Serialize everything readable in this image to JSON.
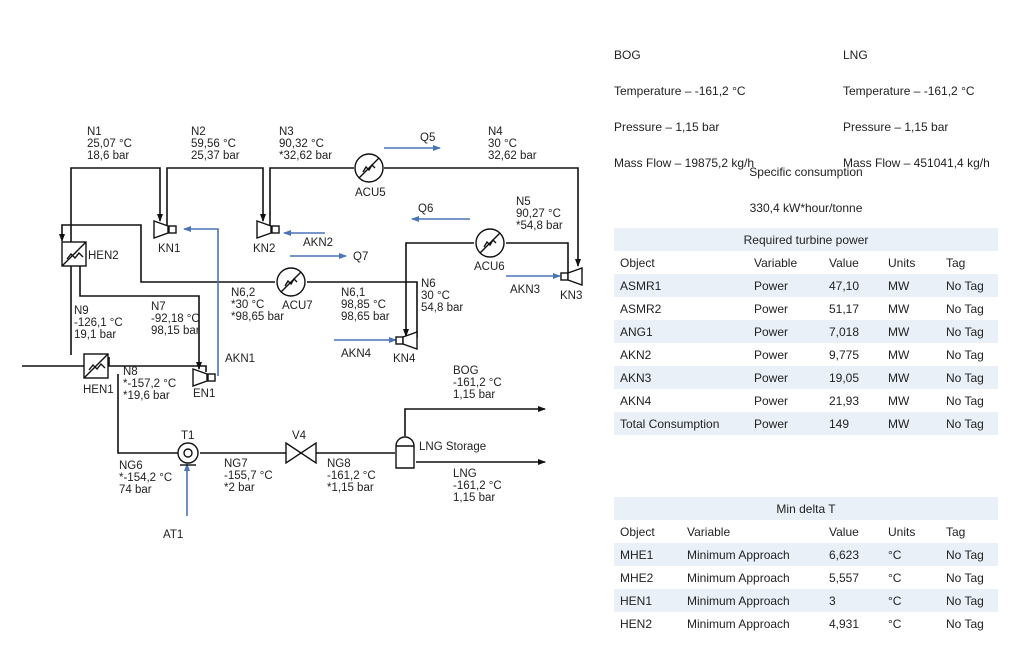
{
  "bog_info": {
    "title": "BOG",
    "temperature": "Temperature – -161,2 °C",
    "pressure": "Pressure – 1,15 bar",
    "mass_flow": "Mass Flow – 19875,2 kg/h"
  },
  "lng_info": {
    "title": "LNG",
    "temperature": "Temperature – -161,2 °C",
    "pressure": "Pressure – 1,15 bar",
    "mass_flow": "Mass Flow – 451041,4 kg/h"
  },
  "specific_consumption": {
    "title": "Specific consumption",
    "value": "330,4 kW*hour/tonne"
  },
  "turbine_table": {
    "title": "Required turbine power",
    "headers": [
      "Object",
      "Variable",
      "Value",
      "Units",
      "Tag"
    ],
    "rows": [
      [
        "ASMR1",
        "Power",
        "47,10",
        "MW",
        "No Tag"
      ],
      [
        "ASMR2",
        "Power",
        "51,17",
        "MW",
        "No Tag"
      ],
      [
        "ANG1",
        "Power",
        "7,018",
        "MW",
        "No Tag"
      ],
      [
        "AKN2",
        "Power",
        "9,775",
        "MW",
        "No Tag"
      ],
      [
        "AKN3",
        "Power",
        "19,05",
        "MW",
        "No Tag"
      ],
      [
        "AKN4",
        "Power",
        "21,93",
        "MW",
        "No Tag"
      ],
      [
        "Total Consumption",
        "Power",
        "149",
        "MW",
        "No Tag"
      ]
    ]
  },
  "delta_table": {
    "title": "Min delta T",
    "headers": [
      "Object",
      "Variable",
      "Value",
      "Units",
      "Tag"
    ],
    "rows": [
      [
        "MHE1",
        "Minimum Approach",
        "6,623",
        "°C",
        "No Tag"
      ],
      [
        "MHE2",
        "Minimum Approach",
        "5,557",
        "°C",
        "No Tag"
      ],
      [
        "HEN1",
        "Minimum Approach",
        "3",
        "°C",
        "No Tag"
      ],
      [
        "HEN2",
        "Minimum Approach",
        "4,931",
        "°C",
        "No Tag"
      ]
    ]
  },
  "diagram": {
    "colors": {
      "line": "#111111",
      "energy": "#4a74b8"
    },
    "streams": {
      "N1": [
        "N1",
        "25,07 °C",
        "18,6 bar"
      ],
      "N2": [
        "N2",
        "59,56 °C",
        "25,37 bar"
      ],
      "N3": [
        "N3",
        "90,32 °C",
        "*32,62 bar"
      ],
      "N4": [
        "N4",
        "30 °C",
        "32,62 bar"
      ],
      "N5": [
        "N5",
        "90,27 °C",
        "*54,8 bar"
      ],
      "N6": [
        "N6",
        "30 °C",
        "54,8 bar"
      ],
      "N61": [
        "N6,1",
        "98,85 °C",
        "98,65 bar"
      ],
      "N62": [
        "N6,2",
        "*30 °C",
        "*98,65 bar"
      ],
      "N7": [
        "N7",
        "-92,18 °C",
        "98,15 bar"
      ],
      "N8": [
        "N8",
        "*-157,2 °C",
        "*19,6 bar"
      ],
      "N9": [
        "N9",
        "-126,1 °C",
        "19,1 bar"
      ],
      "NG6": [
        "NG6",
        "*-154,2 °C",
        "74 bar"
      ],
      "NG7": [
        "NG7",
        "-155,7 °C",
        "*2 bar"
      ],
      "NG8": [
        "NG8",
        "-161,2 °C",
        "*1,15 bar"
      ],
      "BOG": [
        "BOG",
        "-161,2 °C",
        "1,15 bar"
      ],
      "LNG": [
        "LNG",
        "-161,2 °C",
        "1,15 bar"
      ]
    },
    "units": {
      "KN1": "KN1",
      "KN2": "KN2",
      "KN3": "KN3",
      "KN4": "KN4",
      "EN1": "EN1",
      "ACU5": "ACU5",
      "ACU6": "ACU6",
      "ACU7": "ACU7",
      "HEN1": "HEN1",
      "HEN2": "HEN2",
      "T1": "T1",
      "V4": "V4",
      "storage": "LNG Storage"
    },
    "energy": {
      "Q5": "Q5",
      "Q6": "Q6",
      "Q7": "Q7",
      "AKN1": "AKN1",
      "AKN2": "AKN2",
      "AKN3": "AKN3",
      "AKN4": "AKN4",
      "AT1": "AT1"
    }
  }
}
